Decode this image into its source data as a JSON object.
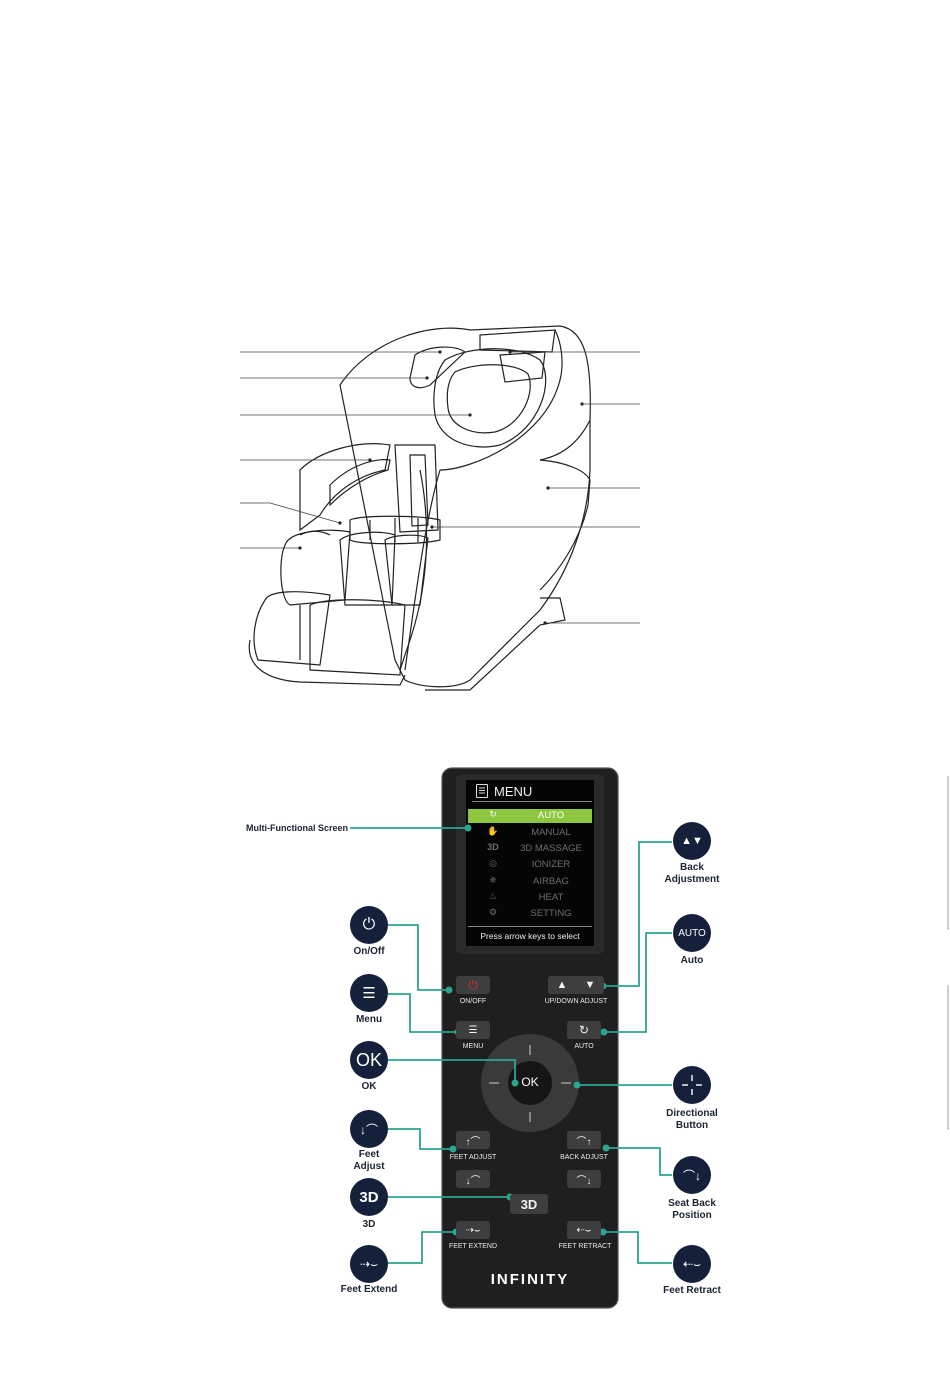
{
  "remote": {
    "screen": {
      "title": "MENU",
      "items": [
        {
          "label": "AUTO",
          "icon": "auto-cycle-icon",
          "active": true
        },
        {
          "label": "MANUAL",
          "icon": "hand-icon",
          "active": false
        },
        {
          "label": "3D MASSAGE",
          "icon_text": "3D",
          "icon": "3d-text-icon",
          "active": false
        },
        {
          "label": "IONIZER",
          "icon": "ionizer-icon",
          "active": false
        },
        {
          "label": "AIRBAG",
          "icon": "airbag-icon",
          "active": false
        },
        {
          "label": "HEAT",
          "icon": "flame-icon",
          "active": false
        },
        {
          "label": "SETTING",
          "icon": "gear-icon",
          "active": false
        }
      ],
      "hint": "Press arrow keys to select"
    },
    "buttons": {
      "on_off": "ON/OFF",
      "up_down_adjust": "UP/DOWN ADJUST",
      "menu": "MENU",
      "auto": "AUTO",
      "ok": "OK",
      "feet_adjust": "FEET ADJUST",
      "back_adjust": "BACK ADJUST",
      "three_d": "3D",
      "feet_extend": "FEET EXTEND",
      "feet_retract": "FEET RETRACT"
    },
    "brand": "INFINITY"
  },
  "callouts": {
    "multi_functional_screen": "Multi-Functional Screen",
    "on_off": "On/Off",
    "menu": "Menu",
    "ok": "OK",
    "ok_icon_text": "OK",
    "feet_adjust": "Feet\nAdjust",
    "three_d": "3D",
    "three_d_icon_text": "3D",
    "feet_extend": "Feet Extend",
    "back_adjustment": "Back\nAdjustment",
    "auto": "Auto",
    "auto_icon_text": "AUTO",
    "directional_button": "Directional\nButton",
    "seat_back_position": "Seat Back\nPosition",
    "feet_retract": "Feet Retract"
  },
  "colors": {
    "leader_teal": "#2aa58f",
    "callout_navy": "#15203b",
    "remote_body": "#1f1f1f",
    "screen_highlight": "#8dc63f",
    "power_red": "#e03030"
  }
}
